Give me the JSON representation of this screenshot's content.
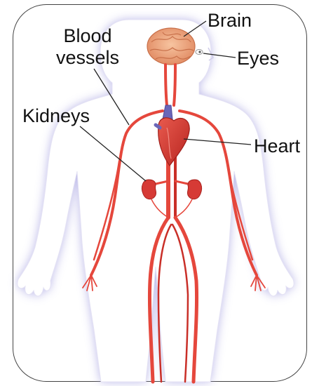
{
  "labels": {
    "blood_vessels_line1": "Blood",
    "blood_vessels_line2": "vessels",
    "kidneys": "Kidneys",
    "brain": "Brain",
    "eyes": "Eyes",
    "heart": "Heart"
  },
  "colors": {
    "vessel": "#e5473c",
    "vessel_dark": "#c92f28",
    "heart": "#d8312c",
    "kidney": "#d63a35",
    "brain": "#f0a27a",
    "body_fill": "#ffffff",
    "glow": "#b6b2e6",
    "leader_line": "#222222"
  }
}
